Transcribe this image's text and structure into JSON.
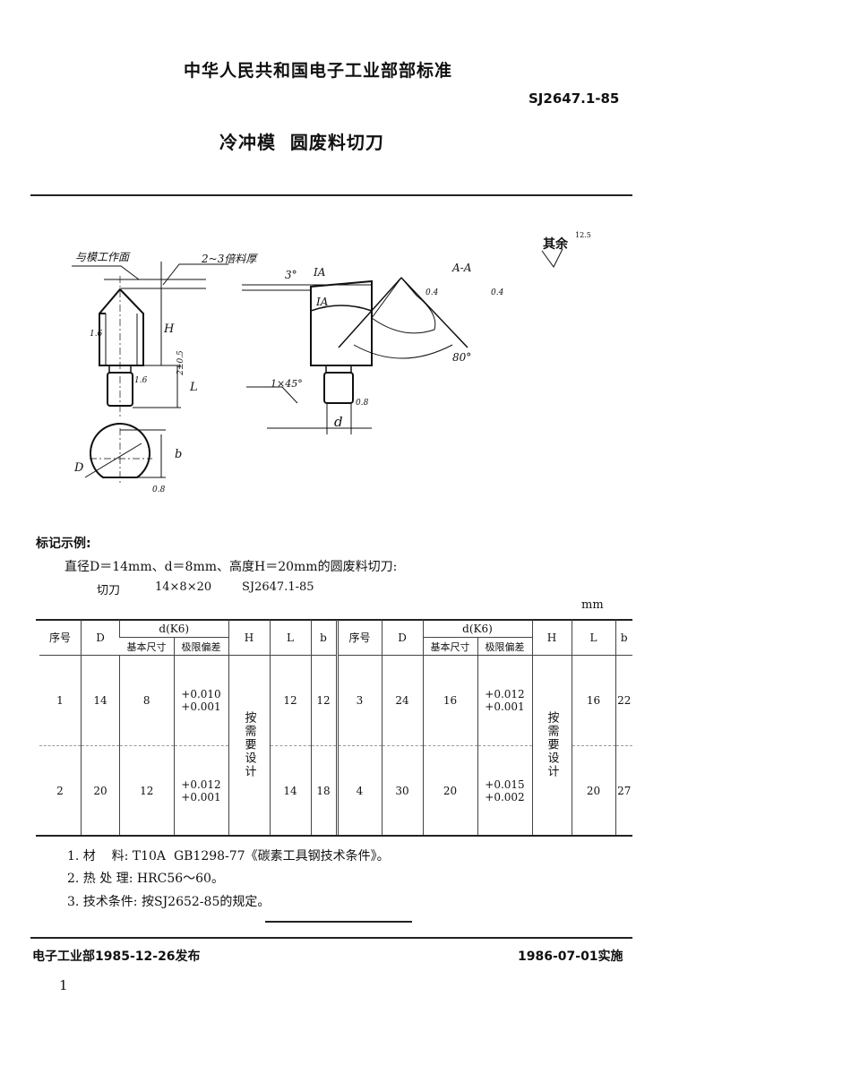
{
  "header": {
    "issuer": "中华人民共和国电子工业部部标准",
    "code": "SJ2647.1-85",
    "title": "冷冲模  圆废料切刀"
  },
  "drawing": {
    "labels": {
      "flush_face": "与模工作面",
      "offset": "2~3倍料厚",
      "H": "H",
      "L": "L",
      "D": "D",
      "b": "b",
      "d": "d",
      "angle3": "3°",
      "view1a": "IA",
      "view1b": "IA",
      "chamfer": "1×45°",
      "section": "A-A",
      "angle80": "80°",
      "tol": "2±0.5",
      "r16a": "1.6",
      "r16b": "1.6",
      "r08a": "0.8",
      "r08b": "0.8",
      "r04a": "0.4",
      "r04b": "0.4",
      "rest": "其余",
      "rest_val": "12.5"
    }
  },
  "example": {
    "heading": "标记示例:",
    "desc": "直径D＝14mm、d＝8mm、高度H＝20mm的圆废料切刀:",
    "name": "切刀",
    "dims": "14×8×20",
    "std": "SJ2647.1-85"
  },
  "table": {
    "unit": "mm",
    "headers": {
      "no": "序号",
      "D": "D",
      "d": "d(K6)",
      "basic": "基本尺寸",
      "dev": "极限偏差",
      "H": "H",
      "L": "L",
      "b": "b"
    },
    "H_note": "按需要设计",
    "left": [
      {
        "no": "1",
        "D": "14",
        "d": "8",
        "dev_up": "+0.010",
        "dev_lo": "+0.001",
        "L": "12",
        "b": "12"
      },
      {
        "no": "2",
        "D": "20",
        "d": "12",
        "dev_up": "+0.012",
        "dev_lo": "+0.001",
        "L": "14",
        "b": "18"
      }
    ],
    "right": [
      {
        "no": "3",
        "D": "24",
        "d": "16",
        "dev_up": "+0.012",
        "dev_lo": "+0.001",
        "L": "16",
        "b": "22"
      },
      {
        "no": "4",
        "D": "30",
        "d": "20",
        "dev_up": "+0.015",
        "dev_lo": "+0.002",
        "L": "20",
        "b": "27"
      }
    ]
  },
  "notes": [
    "1. 材    料: T10A  GB1298-77《碳素工具钢技术条件》。",
    "2. 热 处 理: HRC56～60。",
    "3. 技术条件: 按SJ2652-85的规定。"
  ],
  "footer": {
    "issued": "电子工业部1985-12-26发布",
    "effective": "1986-07-01实施",
    "page": "1"
  }
}
